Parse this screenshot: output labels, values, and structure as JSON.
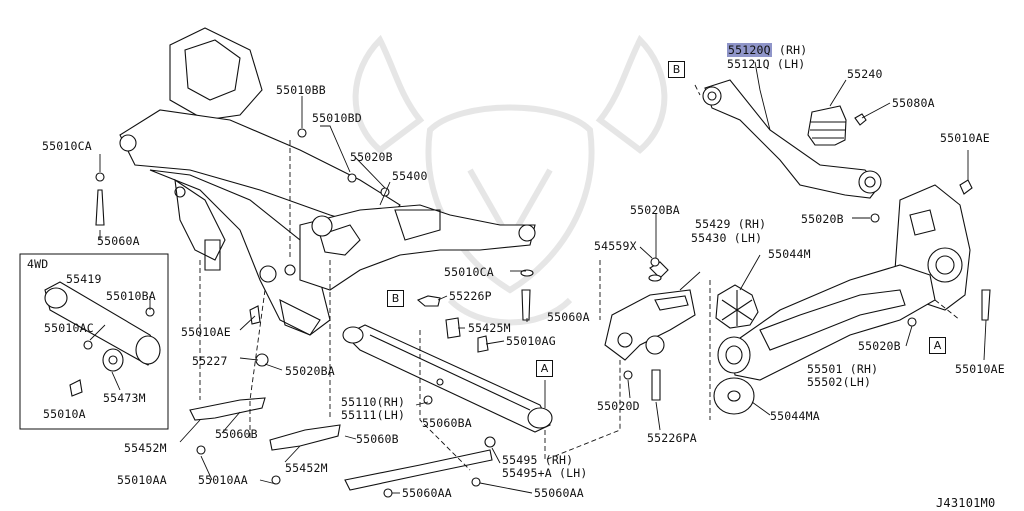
{
  "diagram_id": "J43101M0",
  "labels": {
    "p55010BB": "55010BB",
    "p55010BD": "55010BD",
    "p55010CA_tl": "55010CA",
    "p55020B_top": "55020B",
    "p55400": "55400",
    "p55060A_left": "55060A",
    "p4WD": "4WD",
    "p55419": "55419",
    "p55010BA": "55010BA",
    "p55010AC": "55010AC",
    "p55473M": "55473M",
    "p55010A": "55010A",
    "p55010AE_left": "55010AE",
    "p55227": "55227",
    "p55020BA_mid": "55020BA",
    "p55452M_left": "55452M",
    "p55060B_left": "55060B",
    "p55010AA_1": "55010AA",
    "p55010AA_2": "55010AA",
    "p55452M_mid": "55452M",
    "p55060B_mid": "55060B",
    "p55010CA_mid": "55010CA",
    "p55226P": "55226P",
    "p55060A_mid": "55060A",
    "p55425M": "55425M",
    "p55010AG": "55010AG",
    "p55110": "55110(RH)",
    "p55111": "55111(LH)",
    "p55060BA": "55060BA",
    "p55495": "55495 (RH)",
    "p55495A": "55495+A (LH)",
    "p55060AA_1": "55060AA",
    "p55060AA_2": "55060AA",
    "p55120Q": "55120Q",
    "p55120Q_side": "(RH)",
    "p55121Q": "55121Q (LH)",
    "p55240": "55240",
    "p55080A": "55080A",
    "p55010AE_right": "55010AE",
    "p55020BA_right": "55020BA",
    "p55429": "55429 (RH)",
    "p55430": "55430 (LH)",
    "p54559X": "54559X",
    "p55044M": "55044M",
    "p55020B_right": "55020B",
    "p55020B_arm": "55020B",
    "p55501": "55501 (RH)",
    "p55502": "55502(LH)",
    "p55010AE_far": "55010AE",
    "p55020D": "55020D",
    "p55226PA": "55226PA",
    "p55044MA": "55044MA"
  },
  "refs": {
    "B": "B",
    "A": "A"
  },
  "colors": {
    "highlight": "#8f95c9",
    "ink": "#111111"
  }
}
